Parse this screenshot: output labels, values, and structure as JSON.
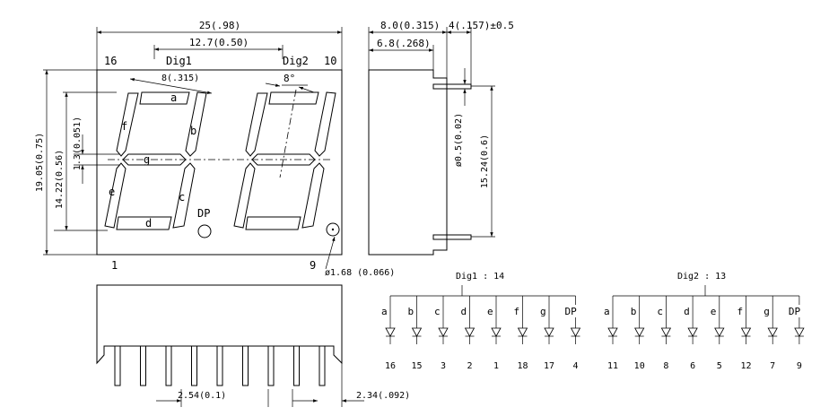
{
  "front": {
    "width_dim": "25(.98)",
    "digit_pitch_dim": "12.7(0.50)",
    "pin_label_left": "16",
    "pin_label_right": "10",
    "dig1_label": "Dig1",
    "dig2_label": "Dig2",
    "seg_len_dim": "8(.315)",
    "slant_dim": "8°",
    "height_dim": "19.05(0.75)",
    "digit_height_dim": "14.22(0.56)",
    "seg_width_dim": "1.3(0.051)",
    "seg_a": "a",
    "seg_b": "b",
    "seg_c": "c",
    "seg_d": "d",
    "seg_e": "e",
    "seg_f": "f",
    "seg_g": "g",
    "dp_label": "DP",
    "pin1_label": "1",
    "pin9_label": "9",
    "dp_dia_dim": "ø1.68 (0.066)"
  },
  "side": {
    "depth_dim": "8.0(0.315)",
    "pin_len_dim": "4(.157)±0.5",
    "body_dim": "6.8(.268)",
    "pin_dia_dim": "ø0.5(0.02)",
    "row_spacing_dim": "15.24(0.6)"
  },
  "bottom": {
    "pitch_dim": "2.54(0.1)",
    "edge_dim": "2.34(.092)"
  },
  "circuits": [
    {
      "common_label": "Dig1 : 14",
      "segments": [
        "a",
        "b",
        "c",
        "d",
        "e",
        "f",
        "g",
        "DP"
      ],
      "pins": [
        "16",
        "15",
        "3",
        "2",
        "1",
        "18",
        "17",
        "4"
      ]
    },
    {
      "common_label": "Dig2 : 13",
      "segments": [
        "a",
        "b",
        "c",
        "d",
        "e",
        "f",
        "g",
        "DP"
      ],
      "pins": [
        "11",
        "10",
        "8",
        "6",
        "5",
        "12",
        "7",
        "9"
      ]
    }
  ]
}
